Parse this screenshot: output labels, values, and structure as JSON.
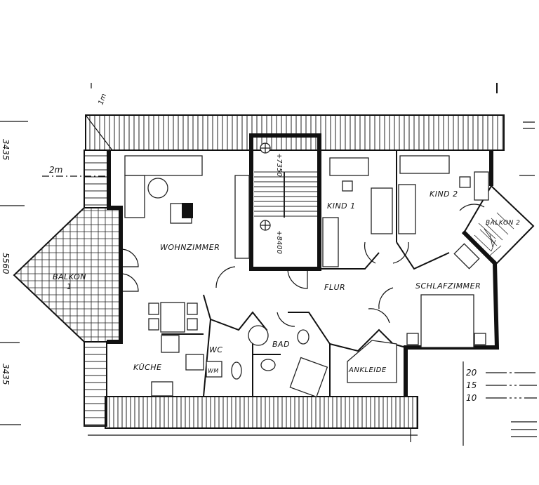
{
  "rooms": {
    "wohnzimmer": "WOHNZIMMER",
    "balkon1_a": "BALKON",
    "balkon1_b": "1",
    "kueche": "KÜCHE",
    "wc": "WC",
    "wm": "WM",
    "bad": "BAD",
    "flur": "FLUR",
    "kind1": "KIND 1",
    "kind2": "KIND 2",
    "balkon2": "BALKON 2",
    "schlafzimmer": "SCHLAFZIMMER",
    "ankleide": "ANKLEIDE"
  },
  "dimensions": {
    "top": "3435",
    "middle": "5560",
    "bottom": "3435",
    "two_m": "2m",
    "one_m": "1m"
  },
  "elevations": {
    "lower": "+7350",
    "upper": "+8400"
  },
  "legend": {
    "items": [
      "20",
      "15",
      "10"
    ]
  }
}
